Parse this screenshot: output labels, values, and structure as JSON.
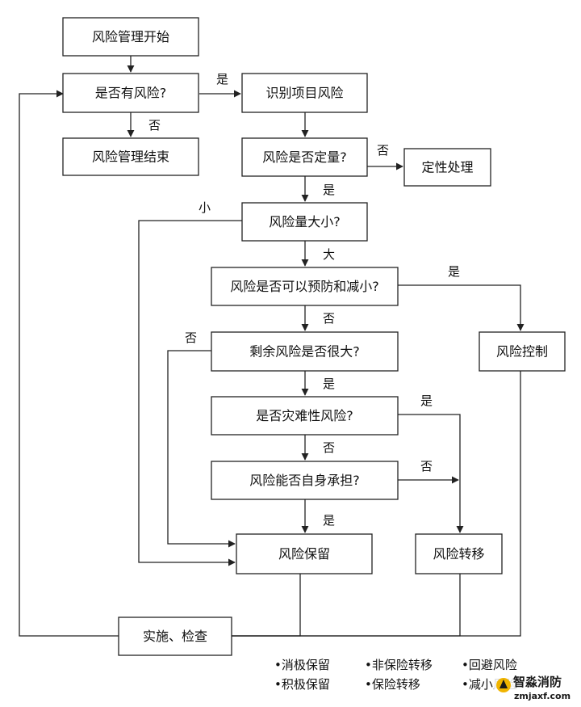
{
  "nodes": {
    "start": "风险管理开始",
    "has_risk": "是否有风险?",
    "end": "风险管理结束",
    "identify": "识别项目风险",
    "quantified": "风险是否定量?",
    "qualitative": "定性处理",
    "size": "风险量大小?",
    "preventable": "风险是否可以预防和减小?",
    "control": "风险控制",
    "residual": "剩余风险是否很大?",
    "catastrophic": "是否灾难性风险?",
    "self_bear": "风险能否自身承担?",
    "retain": "风险保留",
    "transfer": "风险转移",
    "implement": "实施、检查"
  },
  "edges": {
    "yes_identify": "是",
    "no_end": "否",
    "no_qualitative": "否",
    "yes_size": "是",
    "small": "小",
    "large": "大",
    "yes_control": "是",
    "no_residual": "否",
    "no_retain": "否",
    "yes_catastrophic": "是",
    "yes_transfer": "是",
    "no_self_bear": "否",
    "no_transfer": "否",
    "yes_retain": "是"
  },
  "legend": {
    "col1": [
      "•消极保留",
      "•积极保留"
    ],
    "col2": [
      "•非保险转移",
      "•保险转移"
    ],
    "col3": [
      "•回避风险",
      "•减小风险"
    ]
  },
  "watermark": {
    "name": "智淼消防",
    "site": "zmjaxf.com"
  }
}
